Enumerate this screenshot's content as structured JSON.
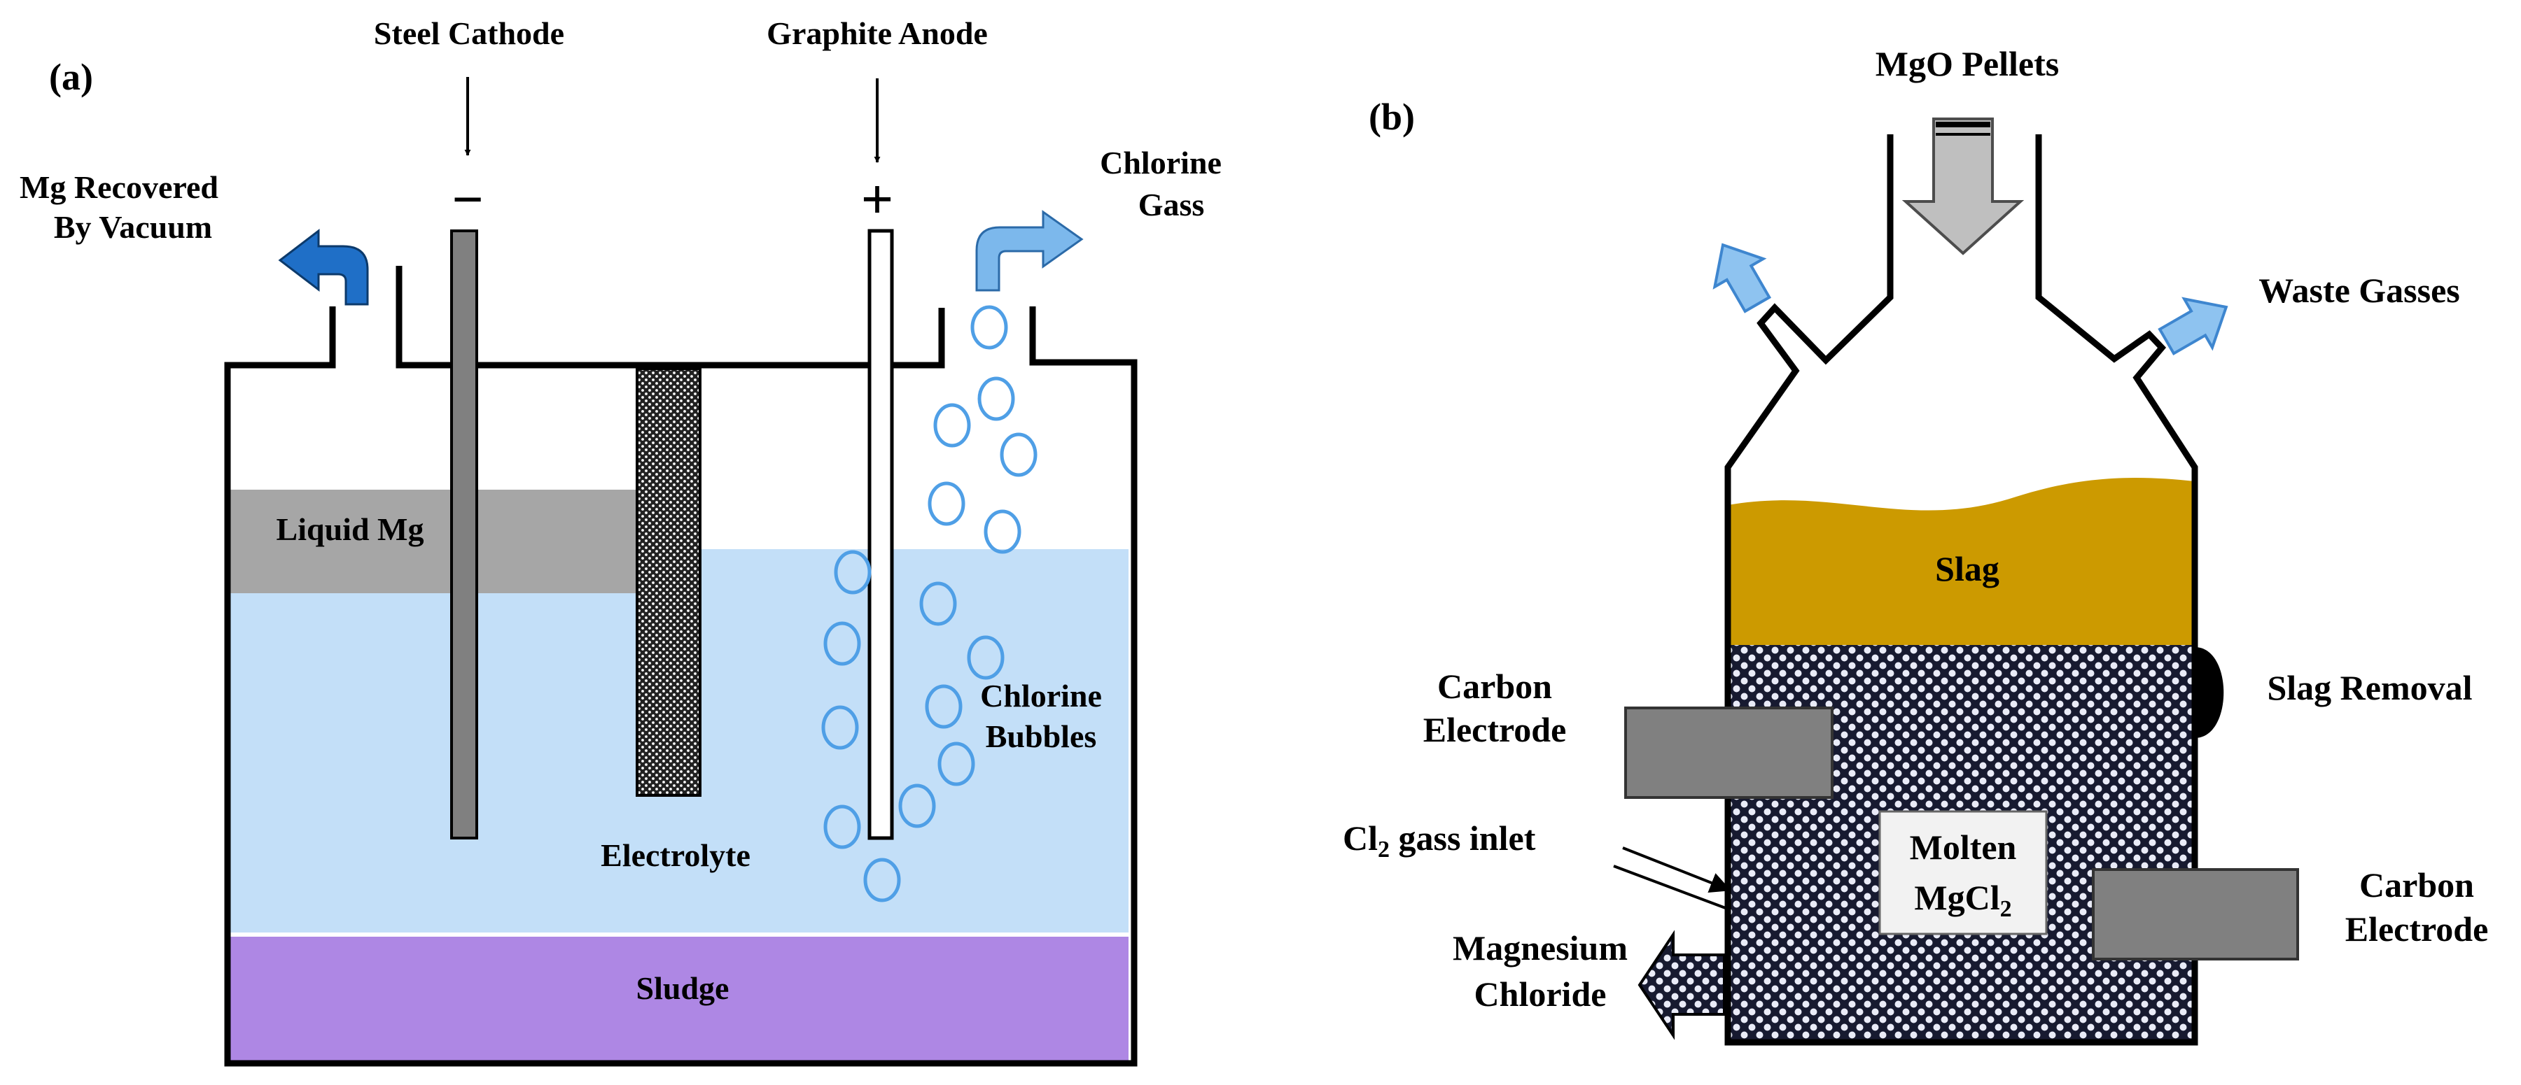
{
  "panel_a": {
    "tag": "(a)",
    "steel_cathode": "Steel Cathode",
    "graphite_anode": "Graphite Anode",
    "minus_sign": "−",
    "plus_sign": "+",
    "mg_recovered_line1": "Mg Recovered",
    "mg_recovered_line2": "By Vacuum",
    "chlorine_gas_line1": "Chlorine",
    "chlorine_gas_line2": "Gass",
    "liquid_mg": "Liquid Mg",
    "chlorine_bubbles_line1": "Chlorine",
    "chlorine_bubbles_line2": "Bubbles",
    "electrolyte": "Electrolyte",
    "sludge": "Sludge"
  },
  "panel_b": {
    "tag": "(b)",
    "mgo_pellets": "MgO Pellets",
    "waste_gasses": "Waste Gasses",
    "slag": "Slag",
    "slag_removal": "Slag Removal",
    "carbon_electrode_left_line1": "Carbon",
    "carbon_electrode_left_line2": "Electrode",
    "carbon_electrode_right_line1": "Carbon",
    "carbon_electrode_right_line2": "Electrode",
    "cl2_prefix": "Cl",
    "cl2_sub": "2",
    "cl2_rest": " gass inlet",
    "molten_line1": "Molten",
    "molten_prefix": "MgCl",
    "molten_sub": "2",
    "magnesium_chloride_line1": "Magnesium",
    "magnesium_chloride_line2": "Chloride"
  },
  "colors": {
    "liquid_mg": "#a6a6a6",
    "electrolyte": "#c3dff8",
    "sludge": "#ae87e4",
    "bubble_stroke": "#4f9fe6",
    "cathode": "#808080",
    "vacuum_arrow": "#1f6fc7",
    "gas_arrow": "#7cb8ec",
    "slag": "#cc9a00",
    "electrode_box": "#808080",
    "feed_arrow": "#bfbfbf"
  }
}
